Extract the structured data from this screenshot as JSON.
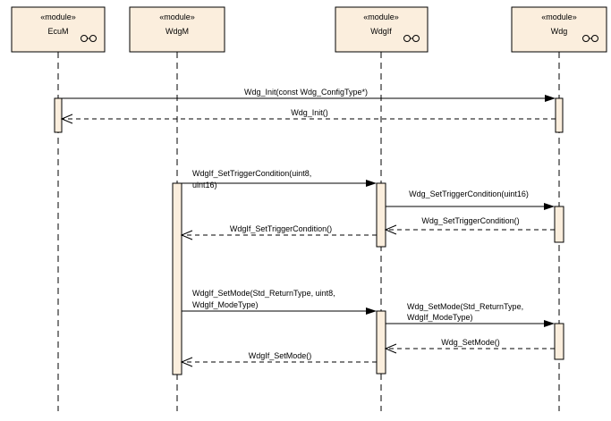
{
  "modules": [
    {
      "stereotype": "«module»",
      "name": "EcuM",
      "icon": "component-icon"
    },
    {
      "stereotype": "«module»",
      "name": "WdgM",
      "icon": ""
    },
    {
      "stereotype": "«module»",
      "name": "WdgIf",
      "icon": "component-icon"
    },
    {
      "stereotype": "«module»",
      "name": "Wdg",
      "icon": "component-icon"
    }
  ],
  "messages": [
    {
      "label": "Wdg_Init(const Wdg_ConfigType*)",
      "from": "EcuM",
      "to": "Wdg",
      "kind": "call"
    },
    {
      "label": "Wdg_Init()",
      "from": "Wdg",
      "to": "EcuM",
      "kind": "return"
    },
    {
      "label": "WdgIf_SetTriggerCondition(uint8,",
      "label2": "uint16)",
      "from": "WdgM",
      "to": "WdgIf",
      "kind": "call"
    },
    {
      "label": "Wdg_SetTriggerCondition(uint16)",
      "from": "WdgIf",
      "to": "Wdg",
      "kind": "call"
    },
    {
      "label": "Wdg_SetTriggerCondition()",
      "from": "Wdg",
      "to": "WdgIf",
      "kind": "return"
    },
    {
      "label": "WdgIf_SetTriggerCondition()",
      "from": "WdgIf",
      "to": "WdgM",
      "kind": "return"
    },
    {
      "label": "WdgIf_SetMode(Std_ReturnType, uint8,",
      "label2": "WdgIf_ModeType)",
      "from": "WdgM",
      "to": "WdgIf",
      "kind": "call"
    },
    {
      "label": "Wdg_SetMode(Std_ReturnType,",
      "label2": "WdgIf_ModeType)",
      "from": "WdgIf",
      "to": "Wdg",
      "kind": "call"
    },
    {
      "label": "Wdg_SetMode()",
      "from": "Wdg",
      "to": "WdgIf",
      "kind": "return"
    },
    {
      "label": "WdgIf_SetMode()",
      "from": "WdgIf",
      "to": "WdgM",
      "kind": "return"
    }
  ]
}
